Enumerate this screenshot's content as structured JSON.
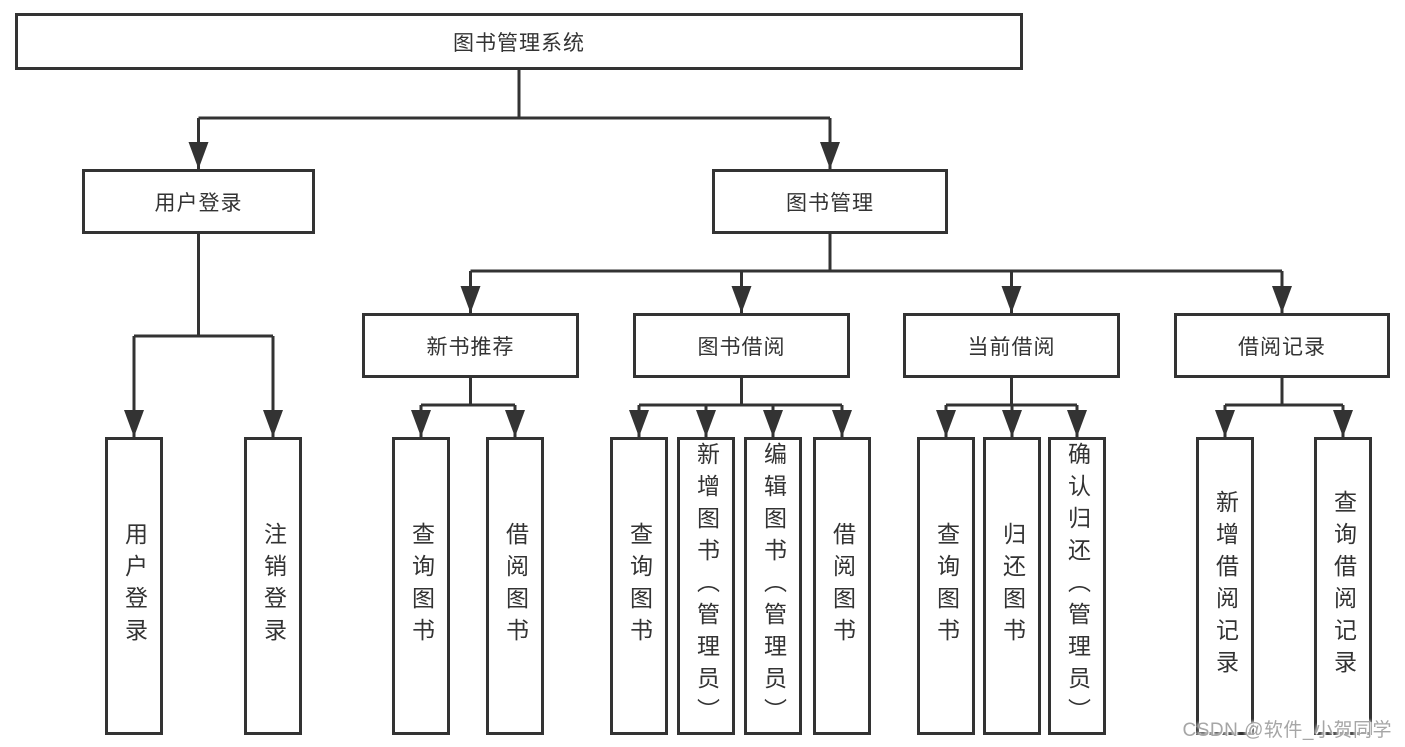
{
  "tree": {
    "root": "图书管理系统",
    "login": {
      "label": "用户登录",
      "children": [
        "用户登录",
        "注销登录"
      ]
    },
    "management": {
      "label": "图书管理",
      "groups": [
        {
          "label": "新书推荐",
          "children": [
            "查询图书",
            "借阅图书"
          ]
        },
        {
          "label": "图书借阅",
          "children": [
            "查询图书",
            "新增图书（管理员）",
            "编辑图书（管理员）",
            "借阅图书"
          ]
        },
        {
          "label": "当前借阅",
          "children": [
            "查询图书",
            "归还图书",
            "确认归还（管理员）"
          ]
        },
        {
          "label": "借阅记录",
          "children": [
            "新增借阅记录",
            "查询借阅记录"
          ]
        }
      ]
    }
  },
  "watermark": "CSDN @软件_小贺同学",
  "colors": {
    "line": "#333333",
    "text": "#333333",
    "background": "#ffffff",
    "watermark": "#a6a6a6"
  }
}
